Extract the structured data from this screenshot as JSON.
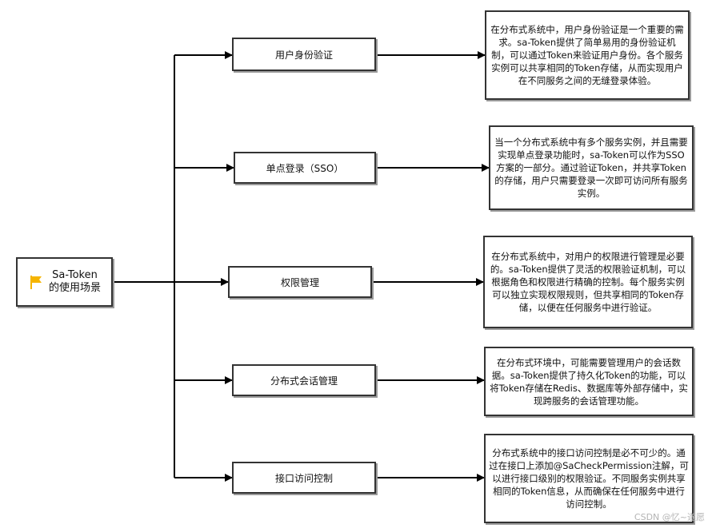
{
  "root": {
    "title_line1": "Sa-Token",
    "title_line2": "的使用场景",
    "icon": "flag-icon",
    "icon_color": "#f5b400"
  },
  "scenarios": [
    {
      "label": "用户身份验证",
      "description": "在分布式系统中，用户身份验证是一个重要的需求。sa-Token提供了简单易用的身份验证机制，可以通过Token来验证用户身份。各个服务实例可以共享相同的Token存储，从而实现用户在不同服务之间的无缝登录体验。"
    },
    {
      "label": "单点登录（SSO）",
      "description": "当一个分布式系统中有多个服务实例，并且需要实现单点登录功能时，sa-Token可以作为SSO方案的一部分。通过验证Token，并共享Token的存储，用户只需要登录一次即可访问所有服务实例。"
    },
    {
      "label": "权限管理",
      "description": "在分布式系统中，对用户的权限进行管理是必要的。sa-Token提供了灵活的权限验证机制，可以根据角色和权限进行精确的控制。每个服务实例可以独立实现权限规则，但共享相同的Token存储，以便在任何服务中进行验证。"
    },
    {
      "label": "分布式会话管理",
      "description": "在分布式环境中，可能需要管理用户的会话数据。sa-Token提供了持久化Token的功能，可以将Token存储在Redis、数据库等外部存储中，实现跨服务的会话管理功能。"
    },
    {
      "label": "接口访问控制",
      "description": "分布式系统中的接口访问控制是必不可少的。通过在接口上添加@SaCheckPermission注解，可以进行接口级别的权限验证。不同服务实例共享相同的Token信息，从而确保在任何服务中进行访问控制。"
    }
  ],
  "watermark": "CSDN @忆~遂愿",
  "colors": {
    "line": "#000000",
    "border": "#333333",
    "shadow": "#9a9a9a"
  }
}
